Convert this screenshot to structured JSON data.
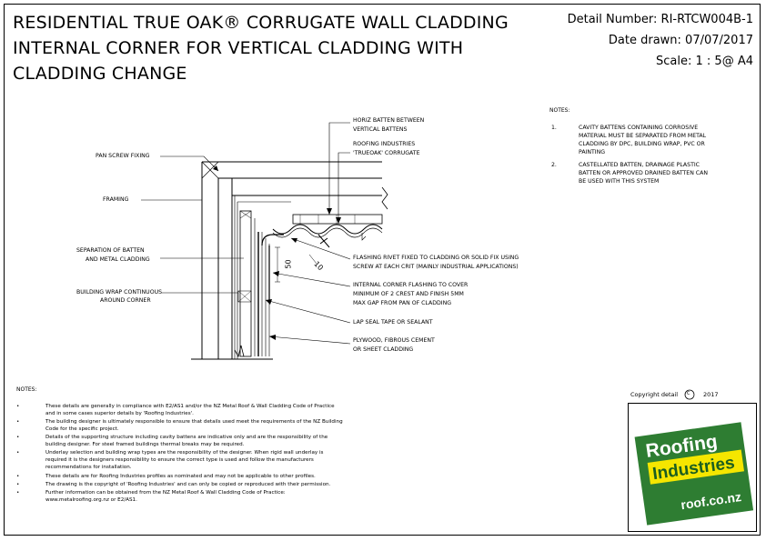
{
  "header": {
    "title_line1": "RESIDENTIAL TRUE OAK® CORRUGATE WALL CLADDING",
    "title_line2": "INTERNAL CORNER FOR VERTICAL CLADDING WITH",
    "title_line3": "CLADDING CHANGE",
    "detail_number": "Detail Number:  RI-RTCW004B-1",
    "date_drawn": "Date drawn:  07/07/2017",
    "scale": "Scale:    1 : 5@ A4"
  },
  "drawing_labels": {
    "pan_screw": "PAN SCREW FIXING",
    "framing": "FRAMING",
    "separation_1": "SEPARATION OF BATTEN",
    "separation_2": "AND METAL CLADDING",
    "wrap_1": "BUILDING WRAP CONTINUOUS",
    "wrap_2": "AROUND CORNER",
    "horiz_1": "HORIZ BATTEN BETWEEN",
    "horiz_2": "VERTICAL BATTENS",
    "ri_1": "ROOFING INDUSTRIES",
    "ri_2": "'TRUEOAK' CORRUGATE",
    "flash_rivet_1": "FLASHING RIVET FIXED TO CLADDING OR SOLID FIX USING",
    "flash_rivet_2": "SCREW AT EACH CRIT (MAINLY INDUSTRIAL APPLICATIONS)",
    "internal_1": "INTERNAL CORNER FLASHING TO COVER",
    "internal_2": "MINIMUM OF 2 CREST AND FINISH 5mm",
    "internal_3": "MAX GAP FROM PAN OF CLADDING",
    "lap_seal": "LAP SEAL TAPE OR SEALANT",
    "ply_1": "PLYWOOD, FIBROUS CEMENT",
    "ply_2": "OR SHEET CLADDING",
    "dim_50": "50",
    "dim_10": "10"
  },
  "side_notes": {
    "title": "NOTES:",
    "items": [
      {
        "num": "1.",
        "lines": [
          "CAVITY BATTENS CONTAINING CORROSIVE",
          "MATERIAL MUST BE SEPARATED FROM METAL",
          "CLADDING BY DPC, BUILDING WRAP, PVC OR",
          "PAINTING"
        ]
      },
      {
        "num": "2.",
        "lines": [
          "CASTELLATED BATTEN, DRAINAGE PLASTIC",
          "BATTEN OR APPROVED DRAINED BATTEN CAN",
          "BE USED WITH THIS SYSTEM"
        ]
      }
    ]
  },
  "bottom_notes": {
    "title": "NOTES:",
    "items": [
      [
        "These details are generally in compliance with E2/AS1 and/or the NZ Metal Roof & Wall Cladding Code of Practice",
        "and in some cases superior details by 'Roofing Industries'."
      ],
      [
        "The building designer is ultimately responsible to ensure that details used meet the requirements of the NZ Building",
        "Code for the specific project."
      ],
      [
        "Details of the supporting structure including cavity battens are indicative only and are the responsibility of the",
        "building designer. For steel framed buildings thermal breaks may be required."
      ],
      [
        "Underlay selection and building wrap types are the responsibility of the designer. When rigid wall underlay is",
        "required it is the designers responsibility to ensure the correct type is used and follow the manufacturers",
        "recommendations for installation."
      ],
      [
        "These details are for Roofing Industries profiles as nominated and may not be applicable to other profiles."
      ],
      [
        "The drawing is the copyright of 'Roofing Industries' and can only be copied or reproduced with their permission."
      ],
      [
        "Further information can be obtained from the NZ Metal Roof & Wall Cladding Code of Practice:",
        "www.metalroofing.org.nz or E2/AS1."
      ]
    ]
  },
  "copyright": {
    "text": "Copyright detail",
    "year": "2017"
  },
  "logo": {
    "word1": "Roofing",
    "word2": "Industries",
    "url": "roof.co.nz",
    "green": "#2e7d32",
    "yellow": "#f5e600"
  }
}
